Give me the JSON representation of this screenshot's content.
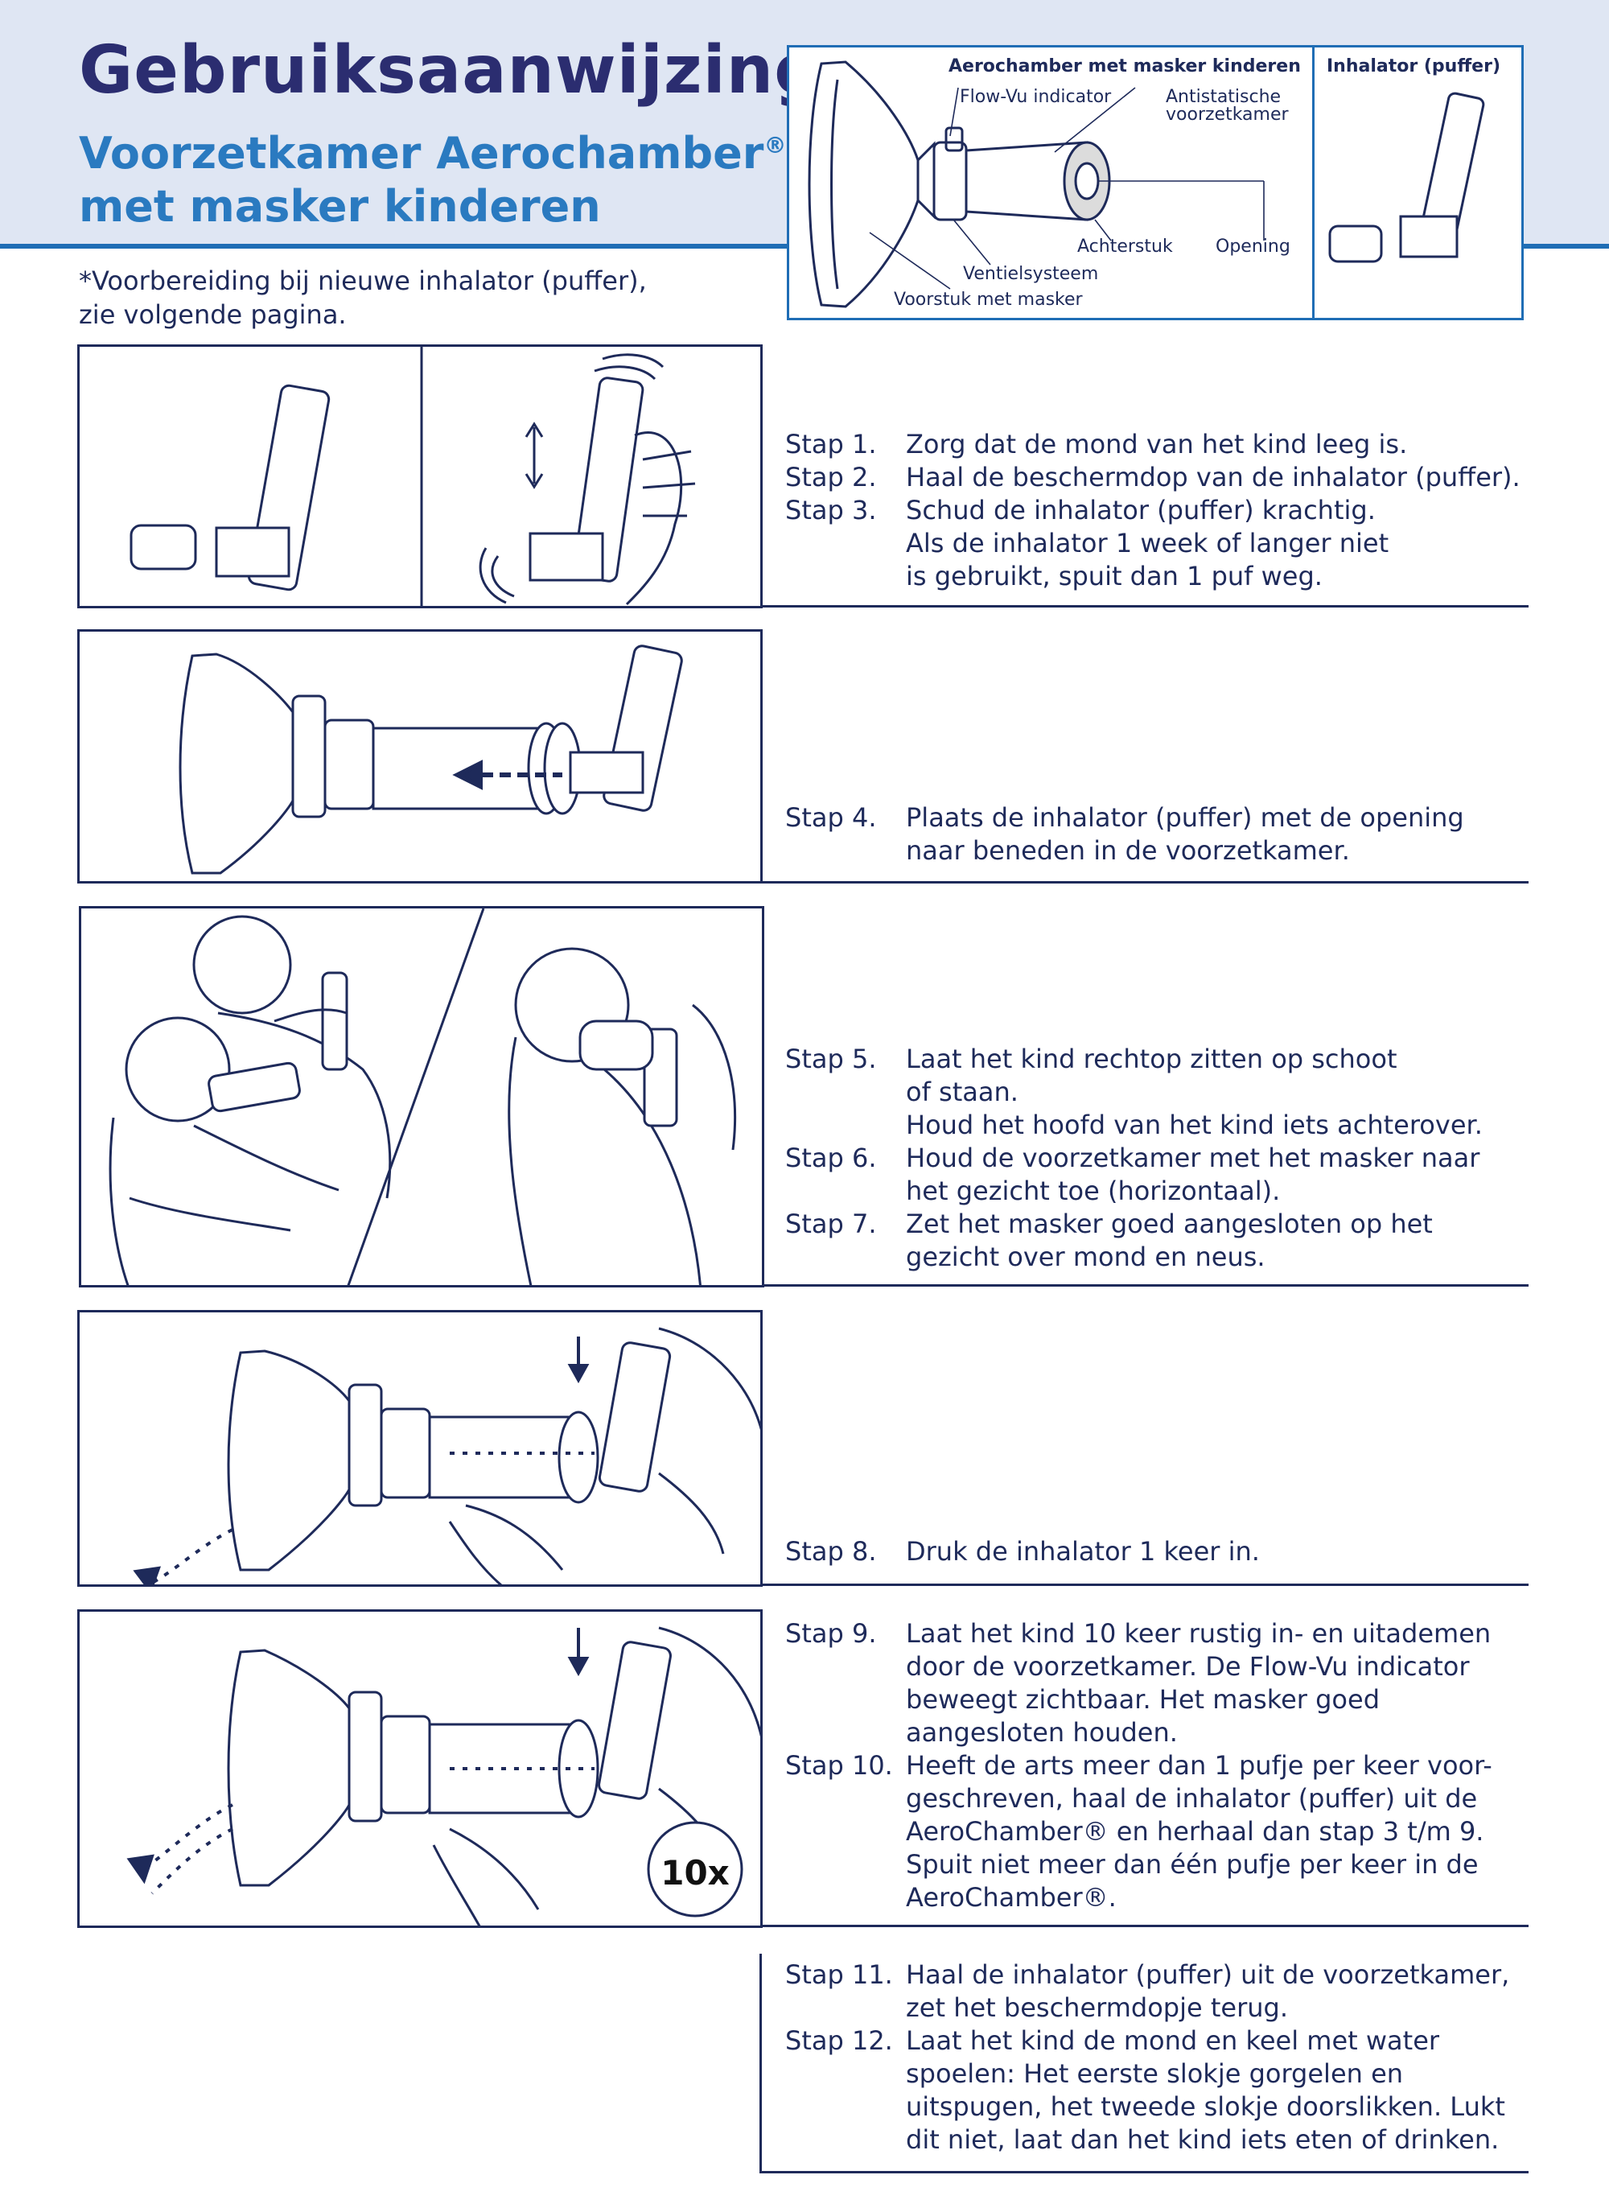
{
  "header": {
    "title": "Gebruiksaanwijzing",
    "subtitle_line1": "Voorzetkamer Aerochamber",
    "subtitle_reg": "®",
    "subtitle_line2": "met masker kinderen",
    "note_line1": "*Voorbereiding bij nieuwe inhalator (puffer),",
    "note_line2": "zie volgende pagina."
  },
  "legend": {
    "title_left": "Aerochamber met masker kinderen",
    "title_right": "Inhalator (puffer)",
    "flow_vu": "Flow-Vu indicator",
    "antistatic_1": "Antistatische",
    "antistatic_2": "voorzetkamer",
    "achterstuk": "Achterstuk",
    "opening": "Opening",
    "ventiel": "Ventielsysteem",
    "voorstuk": "Voorstuk met masker"
  },
  "steps": [
    {
      "num": "Stap 1.",
      "lines": [
        "Zorg dat de mond van het kind leeg is."
      ]
    },
    {
      "num": "Stap 2.",
      "lines": [
        "Haal de beschermdop van de inhalator (puffer)."
      ]
    },
    {
      "num": "Stap 3.",
      "lines": [
        "Schud de inhalator (puffer) krachtig.",
        "Als de inhalator 1 week of langer niet",
        "is gebruikt, spuit dan 1 puf weg."
      ]
    },
    {
      "num": "Stap 4.",
      "lines": [
        "Plaats de inhalator (puffer) met de opening",
        "naar beneden in de voorzetkamer."
      ]
    },
    {
      "num": "Stap 5.",
      "lines": [
        "Laat het kind rechtop zitten op schoot",
        "of staan.",
        "Houd het hoofd van het kind iets achterover."
      ]
    },
    {
      "num": "Stap 6.",
      "lines": [
        "Houd de voorzetkamer met het masker naar",
        "het gezicht toe (horizontaal)."
      ]
    },
    {
      "num": "Stap 7.",
      "lines": [
        "Zet het masker goed aangesloten op het",
        "gezicht over mond en neus."
      ]
    },
    {
      "num": "Stap 8.",
      "lines": [
        "Druk de inhalator 1 keer in."
      ]
    },
    {
      "num": "Stap 9.",
      "lines": [
        "Laat het kind 10  keer rustig in- en uitademen",
        "door de voorzetkamer. De Flow-Vu indicator",
        "beweegt zichtbaar. Het masker goed",
        "aangesloten houden."
      ]
    },
    {
      "num": "Stap 10.",
      "lines": [
        "Heeft de arts meer dan 1 pufje per keer voor-",
        "geschreven, haal de inhalator (puffer) uit de",
        "AeroChamber® en herhaal dan stap 3 t/m 9.",
        "Spuit niet meer dan één pufje per keer in de",
        "AeroChamber®."
      ]
    },
    {
      "num": "Stap 11.",
      "lines": [
        "Haal de inhalator (puffer) uit de voorzetkamer,",
        "zet het beschermdopje terug."
      ]
    },
    {
      "num": "Stap 12.",
      "lines": [
        "Laat het kind de mond en keel met water",
        "spoelen: Het eerste slokje gorgelen en",
        "uitspugen, het tweede slokje doorslikken. Lukt",
        "dit niet, laat dan het kind iets eten of drinken."
      ]
    }
  ],
  "badge": "10x"
}
